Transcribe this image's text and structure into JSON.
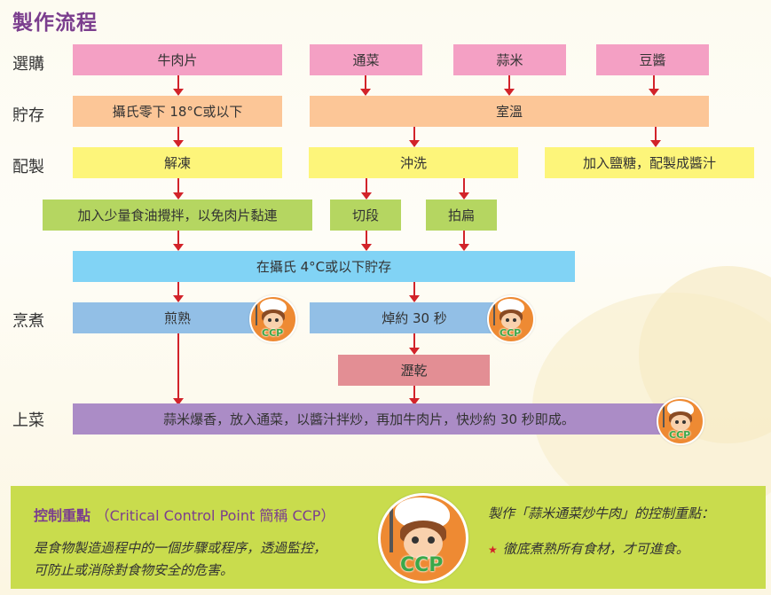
{
  "title": "製作流程",
  "row_labels": {
    "purchase": "選購",
    "storage": "貯存",
    "preparation": "配製",
    "cooking": "烹煮",
    "serving": "上菜"
  },
  "boxes": {
    "beef_slices": "牛肉片",
    "choy_sum": "通菜",
    "garlic": "蒜米",
    "bean_paste": "豆醬",
    "frozen_storage": "攝氏零下 18°C或以下",
    "room_temp": "室溫",
    "thaw": "解凍",
    "rinse": "沖洗",
    "sauce": "加入鹽糖，配製成醬汁",
    "add_oil": "加入少量食油攪拌，以免肉片黏連",
    "cut": "切段",
    "crush": "拍扁",
    "cold_storage": "在攝氏 4°C或以下貯存",
    "pan_fry": "煎熟",
    "blanch": "焯約 30 秒",
    "drain": "瀝乾",
    "stir_fry": "蒜米爆香，放入通菜，以醬汁拌炒，再加牛肉片，快炒約 30 秒即成。"
  },
  "badges": {
    "label": "CCP"
  },
  "panel": {
    "heading_zh": "控制重點",
    "heading_en": "（Critical Control Point 簡稱 CCP）",
    "desc_line1": "是食物製造過程中的一個步驟或程序，透過監控，",
    "desc_line2": "可防止或消除對食物安全的危害。",
    "right_title": "製作「蒜米通菜炒牛肉」的控制重點：",
    "right_item": "徹底煮熟所有食材，才可進食。",
    "star_icon": "★"
  },
  "colors": {
    "title": "#7b3e8e",
    "arrow": "#d2232a",
    "pink": "#f4a0c4",
    "orange": "#fcc697",
    "yellow": "#fdf57a",
    "green": "#b5d661",
    "sky": "#81d3f5",
    "blue": "#92bfe6",
    "rose": "#e38e94",
    "purple": "#ab8cc6",
    "panel": "#c9dc4d"
  }
}
